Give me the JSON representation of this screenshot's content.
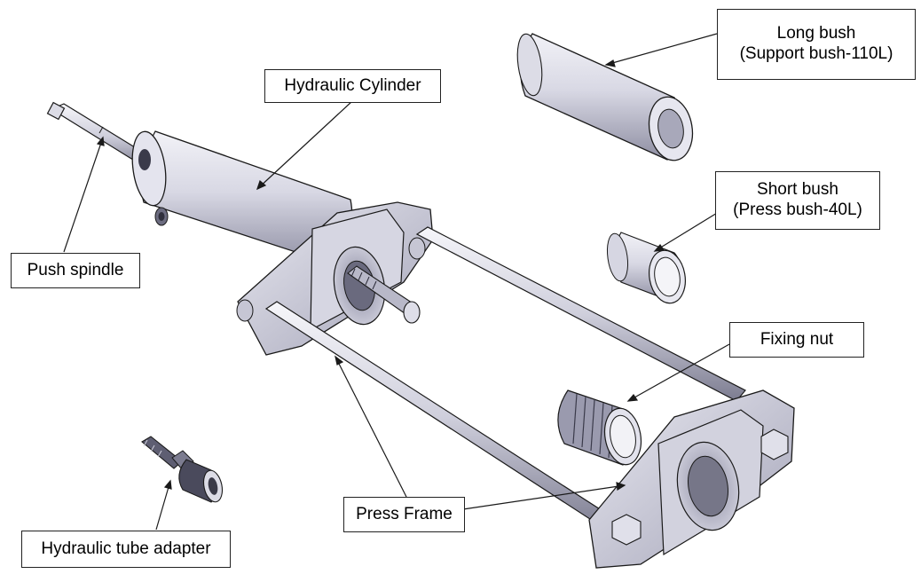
{
  "diagram": {
    "labels": {
      "hydraulic_cylinder": "Hydraulic Cylinder",
      "push_spindle": "Push spindle",
      "long_bush_line1": "Long bush",
      "long_bush_line2": "(Support bush-110L)",
      "short_bush_line1": "Short bush",
      "short_bush_line2": "(Press bush-40L)",
      "fixing_nut": "Fixing nut",
      "press_frame": "Press Frame",
      "hydraulic_tube_adapter": "Hydraulic tube adapter"
    },
    "colors": {
      "part_fill": "#d9d9e6",
      "part_shade": "#9c9cb0",
      "part_dark": "#5d5d70",
      "outline": "#1a1a1a"
    }
  }
}
